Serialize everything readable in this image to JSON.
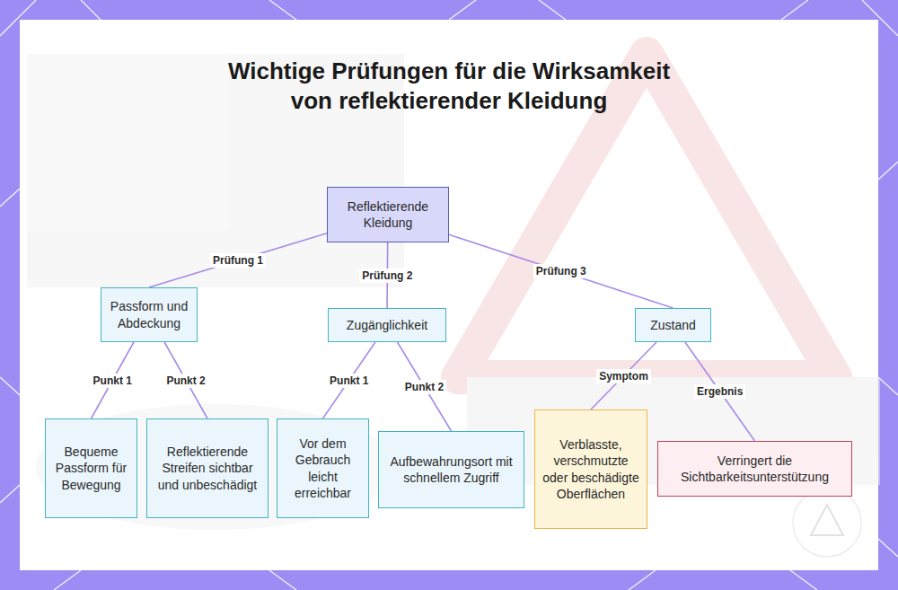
{
  "diagram": {
    "title": "Wichtige Prüfungen für die Wirksamkeit von reflektierender Kleidung",
    "nodes": [
      {
        "text": [
          "Reflektierende Kleidung"
        ]
      },
      {
        "text": [
          "Passform und Abdeckung"
        ]
      },
      {
        "text": [
          "Zugänglichkeit"
        ]
      },
      {
        "text": [
          "Zustand"
        ]
      },
      {
        "text": [
          "Bequeme Passform für Bewegung"
        ]
      },
      {
        "text": [
          "Reflektierende Streifen sichtbar und unbeschädigt"
        ]
      },
      {
        "text": [
          "Vor dem Gebrauch leicht erreichbar"
        ]
      },
      {
        "text": [
          "Aufbewahrungsort mit schnellem Zugriff"
        ]
      },
      {
        "text": [
          "Verblasste, verschmutzte oder beschädigte Oberflächen"
        ]
      },
      {
        "text": [
          "Verringert die Sichtbarkeitsunterstützung"
        ]
      }
    ],
    "edges": [
      {
        "from": 0,
        "to": 1,
        "label": "Prüfung 1",
        "arrow": "none"
      },
      {
        "from": 0,
        "to": 2,
        "label": "Prüfung 2",
        "arrow": "none"
      },
      {
        "from": 0,
        "to": 3,
        "label": "Prüfung 3",
        "arrow": "none"
      },
      {
        "from": 1,
        "to": 4,
        "label": "Punkt 1",
        "arrow": "none"
      },
      {
        "from": 1,
        "to": 5,
        "label": "Punkt 2",
        "arrow": "none"
      },
      {
        "from": 2,
        "to": 6,
        "label": "Punkt 1",
        "arrow": "none"
      },
      {
        "from": 2,
        "to": 7,
        "label": "Punkt 2",
        "arrow": "none"
      },
      {
        "from": 3,
        "to": 8,
        "label": "Symptom",
        "arrow": "none"
      },
      {
        "from": 3,
        "to": 9,
        "label": "Ergebnis",
        "arrow": "none"
      }
    ]
  }
}
